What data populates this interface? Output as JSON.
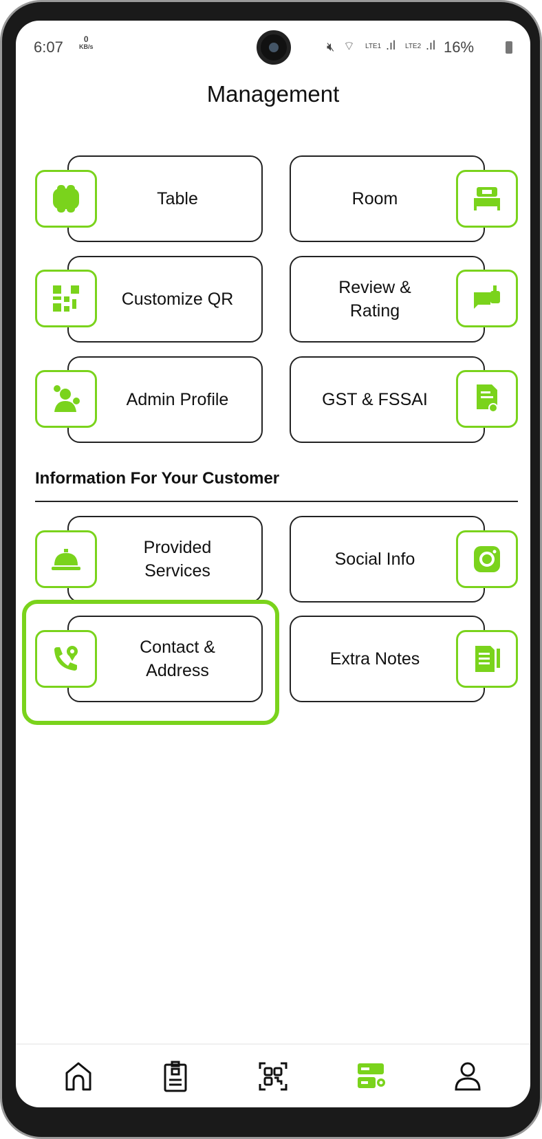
{
  "status": {
    "time": "6:07",
    "net_speed": "0",
    "net_unit": "KB/s",
    "sim1": "LTE1",
    "sim2": "LTE2",
    "battery": "16%"
  },
  "header": {
    "title": "Management"
  },
  "management": [
    {
      "label": "Table",
      "icon": "table-icon"
    },
    {
      "label": "Room",
      "icon": "bed-icon"
    },
    {
      "label": "Customize QR",
      "icon": "qr-code-icon"
    },
    {
      "label": "Review & Rating",
      "icon": "review-thumbs-up-icon"
    },
    {
      "label": "Admin Profile",
      "icon": "admin-gear-user-icon"
    },
    {
      "label": "GST & FSSAI",
      "icon": "certificate-icon"
    }
  ],
  "section": {
    "title": "Information For Your Customer"
  },
  "customer_info": [
    {
      "label": "Provided Services",
      "icon": "service-bell-icon"
    },
    {
      "label": "Social Info",
      "icon": "instagram-icon"
    },
    {
      "label": "Contact & Address",
      "icon": "phone-location-icon"
    },
    {
      "label": "Extra Notes",
      "icon": "notes-icon"
    }
  ],
  "colors": {
    "accent": "#7ad31c",
    "text": "#111111"
  },
  "bottom_nav": [
    "home-icon",
    "clipboard-icon",
    "qr-scan-icon",
    "management-icon",
    "profile-icon"
  ]
}
